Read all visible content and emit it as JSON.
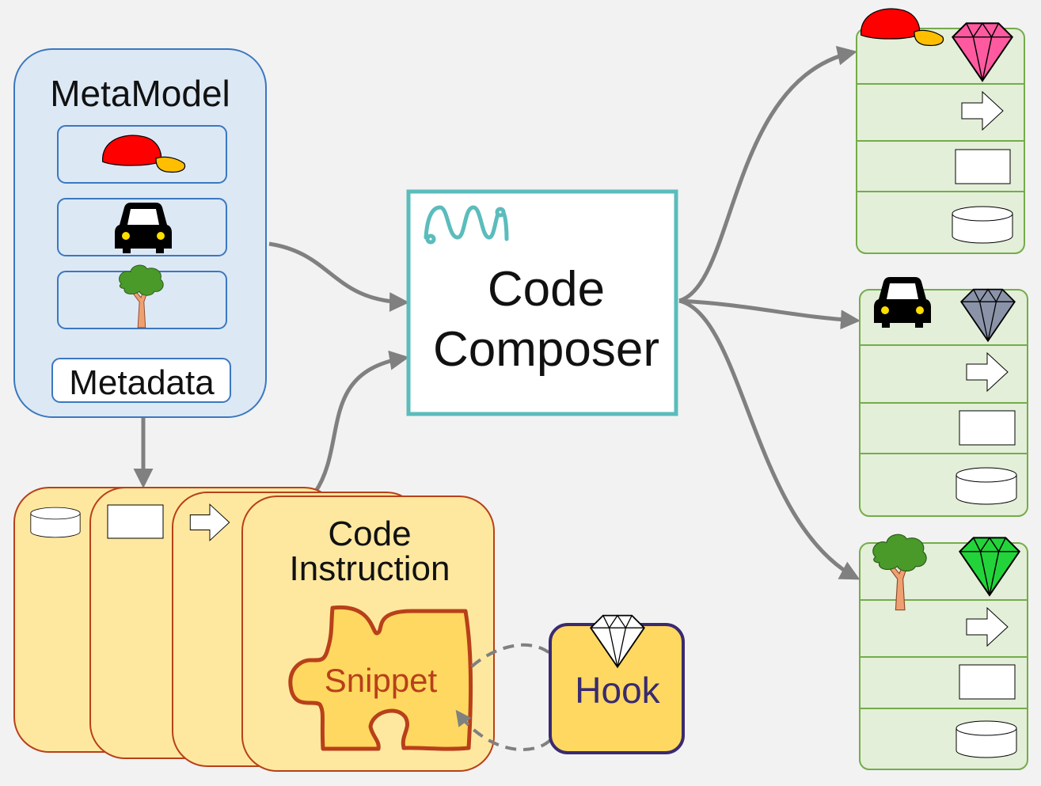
{
  "metamodel": {
    "title": "MetaModel",
    "items": [
      {
        "icon": "cap-icon"
      },
      {
        "icon": "car-icon"
      },
      {
        "icon": "tree-icon"
      }
    ],
    "metadata_label": "Metadata"
  },
  "composer": {
    "line1": "Code",
    "line2": "Composer",
    "logo": "composer-logo-icon"
  },
  "instructions": {
    "title_line1": "Code",
    "title_line2": "Instruction",
    "snippet_label": "Snippet",
    "stack_icons": [
      "cylinder-icon",
      "rectangle-icon",
      "arrow-icon"
    ]
  },
  "hook": {
    "label": "Hook",
    "icon": "diamond-icon"
  },
  "outputs": [
    {
      "model_icon": "cap-icon",
      "hook_icon": "diamond-icon",
      "hook_color": "#ff5aa0"
    },
    {
      "model_icon": "car-icon",
      "hook_icon": "diamond-icon",
      "hook_color": "#8a93a8"
    },
    {
      "model_icon": "tree-icon",
      "hook_icon": "diamond-icon",
      "hook_color": "#22d43a"
    }
  ],
  "colors": {
    "metamodel_fill": "#dde8f5",
    "metamodel_border": "#3a78c0",
    "composer_border": "#5bbcbc",
    "instruction_fill": "#fee8a0",
    "instruction_border": "#b8401a",
    "snippet_fill": "#fed860",
    "hook_fill": "#fed860",
    "hook_border": "#3a2a70",
    "output_fill": "#e3efd8",
    "output_border": "#74ac4a",
    "arrow": "#808080"
  }
}
